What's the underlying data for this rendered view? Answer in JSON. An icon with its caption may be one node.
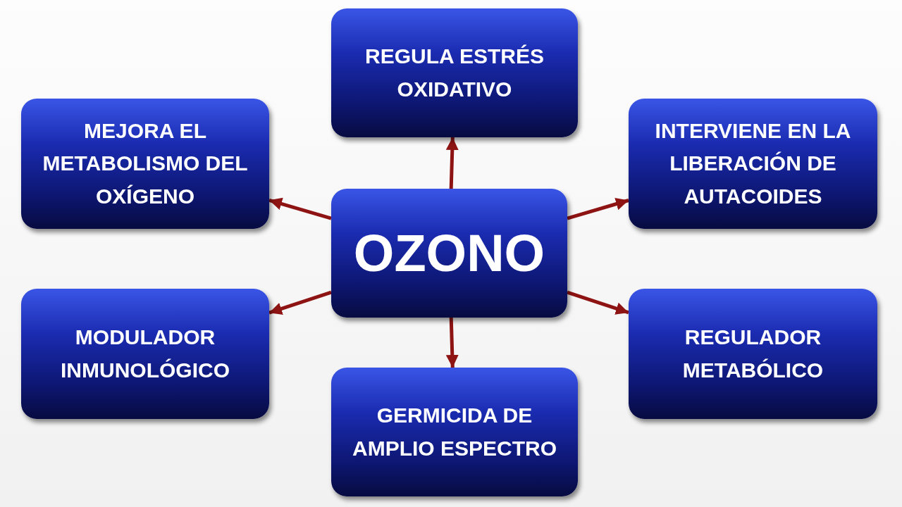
{
  "diagram": {
    "nodes": [
      {
        "text": [
          "REGULA ESTRÉS OXIDATIVO"
        ]
      },
      {
        "text": [
          "MEJORA EL METABOLISMO DEL OXÍGENO"
        ]
      },
      {
        "text": [
          "INTERVIENE EN LA LIBERACIÓN DE AUTACOIDES"
        ]
      },
      {
        "text": [
          "OZONO"
        ]
      },
      {
        "text": [
          "MODULADOR INMUNOLÓGICO"
        ]
      },
      {
        "text": [
          "REGULADOR METABÓLICO"
        ]
      },
      {
        "text": [
          "GERMICIDA DE AMPLIO ESPECTRO"
        ]
      }
    ],
    "edges": [
      {
        "from": 3,
        "to": 0,
        "arrow": "to"
      },
      {
        "from": 3,
        "to": 1,
        "arrow": "to"
      },
      {
        "from": 3,
        "to": 2,
        "arrow": "to"
      },
      {
        "from": 3,
        "to": 4,
        "arrow": "to"
      },
      {
        "from": 3,
        "to": 5,
        "arrow": "to"
      },
      {
        "from": 3,
        "to": 6,
        "arrow": "to"
      }
    ]
  }
}
